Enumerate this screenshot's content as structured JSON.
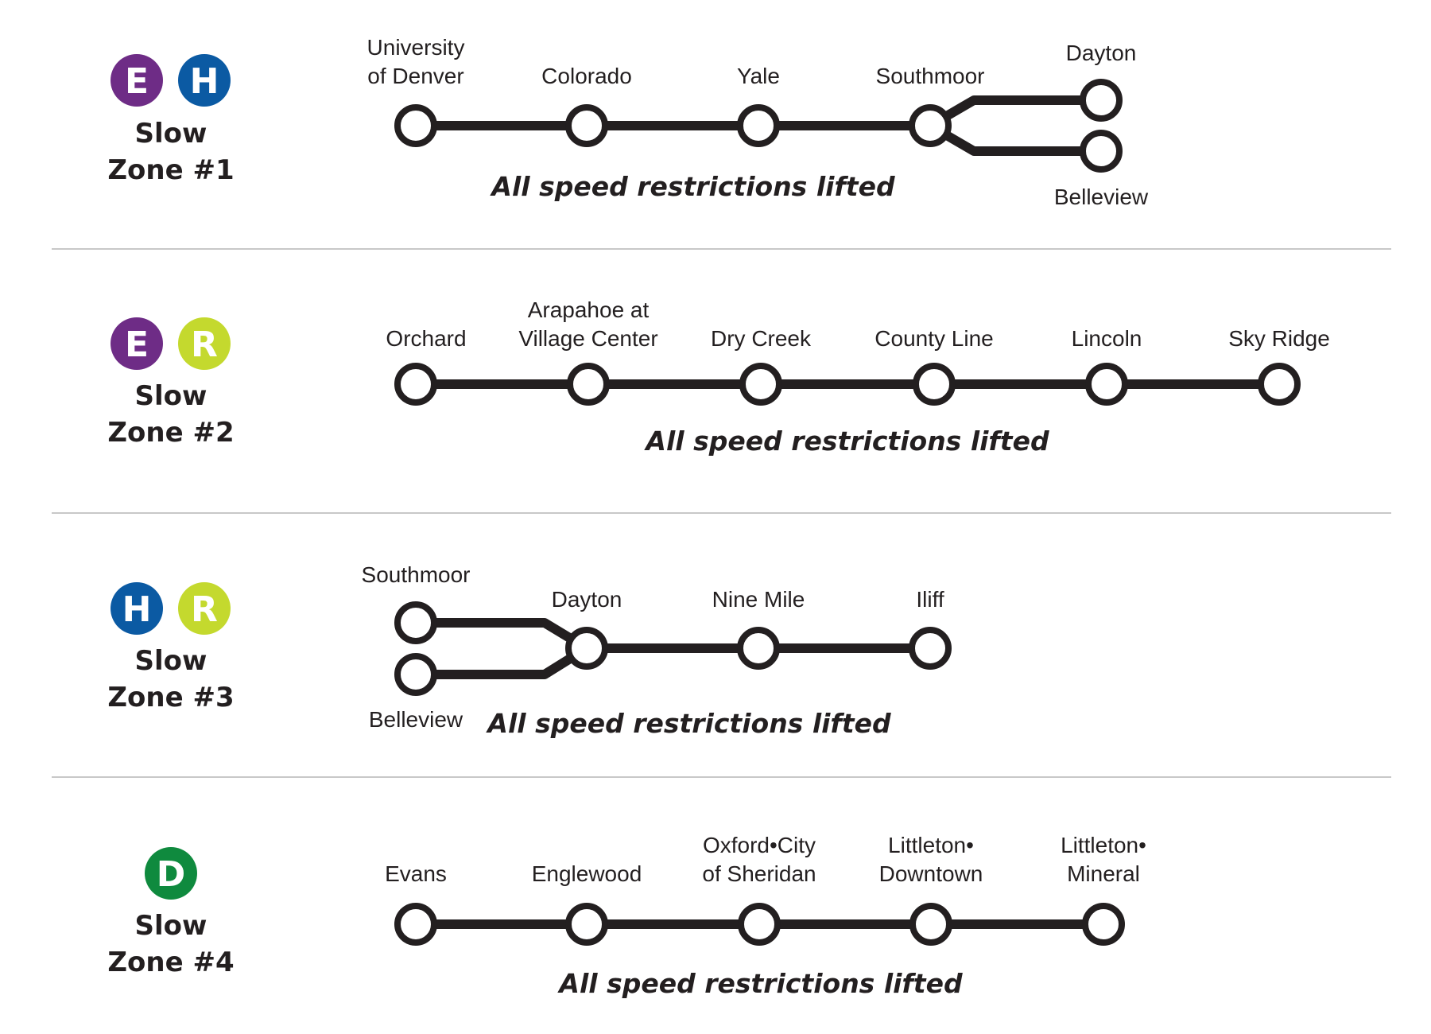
{
  "colors": {
    "line_E": "#6e2c86",
    "line_H": "#0b5aa3",
    "line_R": "#c4d92e",
    "line_D": "#0f8a3e",
    "track": "#231f20",
    "divider": "#c8c8c8"
  },
  "zones": [
    {
      "label_line1": "Slow",
      "label_line2": "Zone #1",
      "lines": [
        {
          "letter": "E",
          "color": "#6e2c86"
        },
        {
          "letter": "H",
          "color": "#0b5aa3"
        }
      ],
      "stations": [
        {
          "name": "University\nof Denver"
        },
        {
          "name": "Colorado"
        },
        {
          "name": "Yale"
        },
        {
          "name": "Southmoor"
        },
        {
          "name": "Dayton"
        },
        {
          "name": "Belleview"
        }
      ],
      "status": "All speed restrictions lifted"
    },
    {
      "label_line1": "Slow",
      "label_line2": "Zone #2",
      "lines": [
        {
          "letter": "E",
          "color": "#6e2c86"
        },
        {
          "letter": "R",
          "color": "#c4d92e"
        }
      ],
      "stations": [
        {
          "name": "Orchard"
        },
        {
          "name": "Arapahoe at\nVillage Center"
        },
        {
          "name": "Dry Creek"
        },
        {
          "name": "County Line"
        },
        {
          "name": "Lincoln"
        },
        {
          "name": "Sky Ridge"
        }
      ],
      "status": "All speed restrictions lifted"
    },
    {
      "label_line1": "Slow",
      "label_line2": "Zone #3",
      "lines": [
        {
          "letter": "H",
          "color": "#0b5aa3"
        },
        {
          "letter": "R",
          "color": "#c4d92e"
        }
      ],
      "stations": [
        {
          "name": "Southmoor"
        },
        {
          "name": "Belleview"
        },
        {
          "name": "Dayton"
        },
        {
          "name": "Nine Mile"
        },
        {
          "name": "Iliff"
        }
      ],
      "status": "All speed restrictions lifted"
    },
    {
      "label_line1": "Slow",
      "label_line2": "Zone #4",
      "lines": [
        {
          "letter": "D",
          "color": "#0f8a3e"
        }
      ],
      "stations": [
        {
          "name": "Evans"
        },
        {
          "name": "Englewood"
        },
        {
          "name": "Oxford•City\nof Sheridan"
        },
        {
          "name": "Littleton•\nDowntown"
        },
        {
          "name": "Littleton•\nMineral"
        }
      ],
      "status": "All speed restrictions lifted"
    }
  ]
}
